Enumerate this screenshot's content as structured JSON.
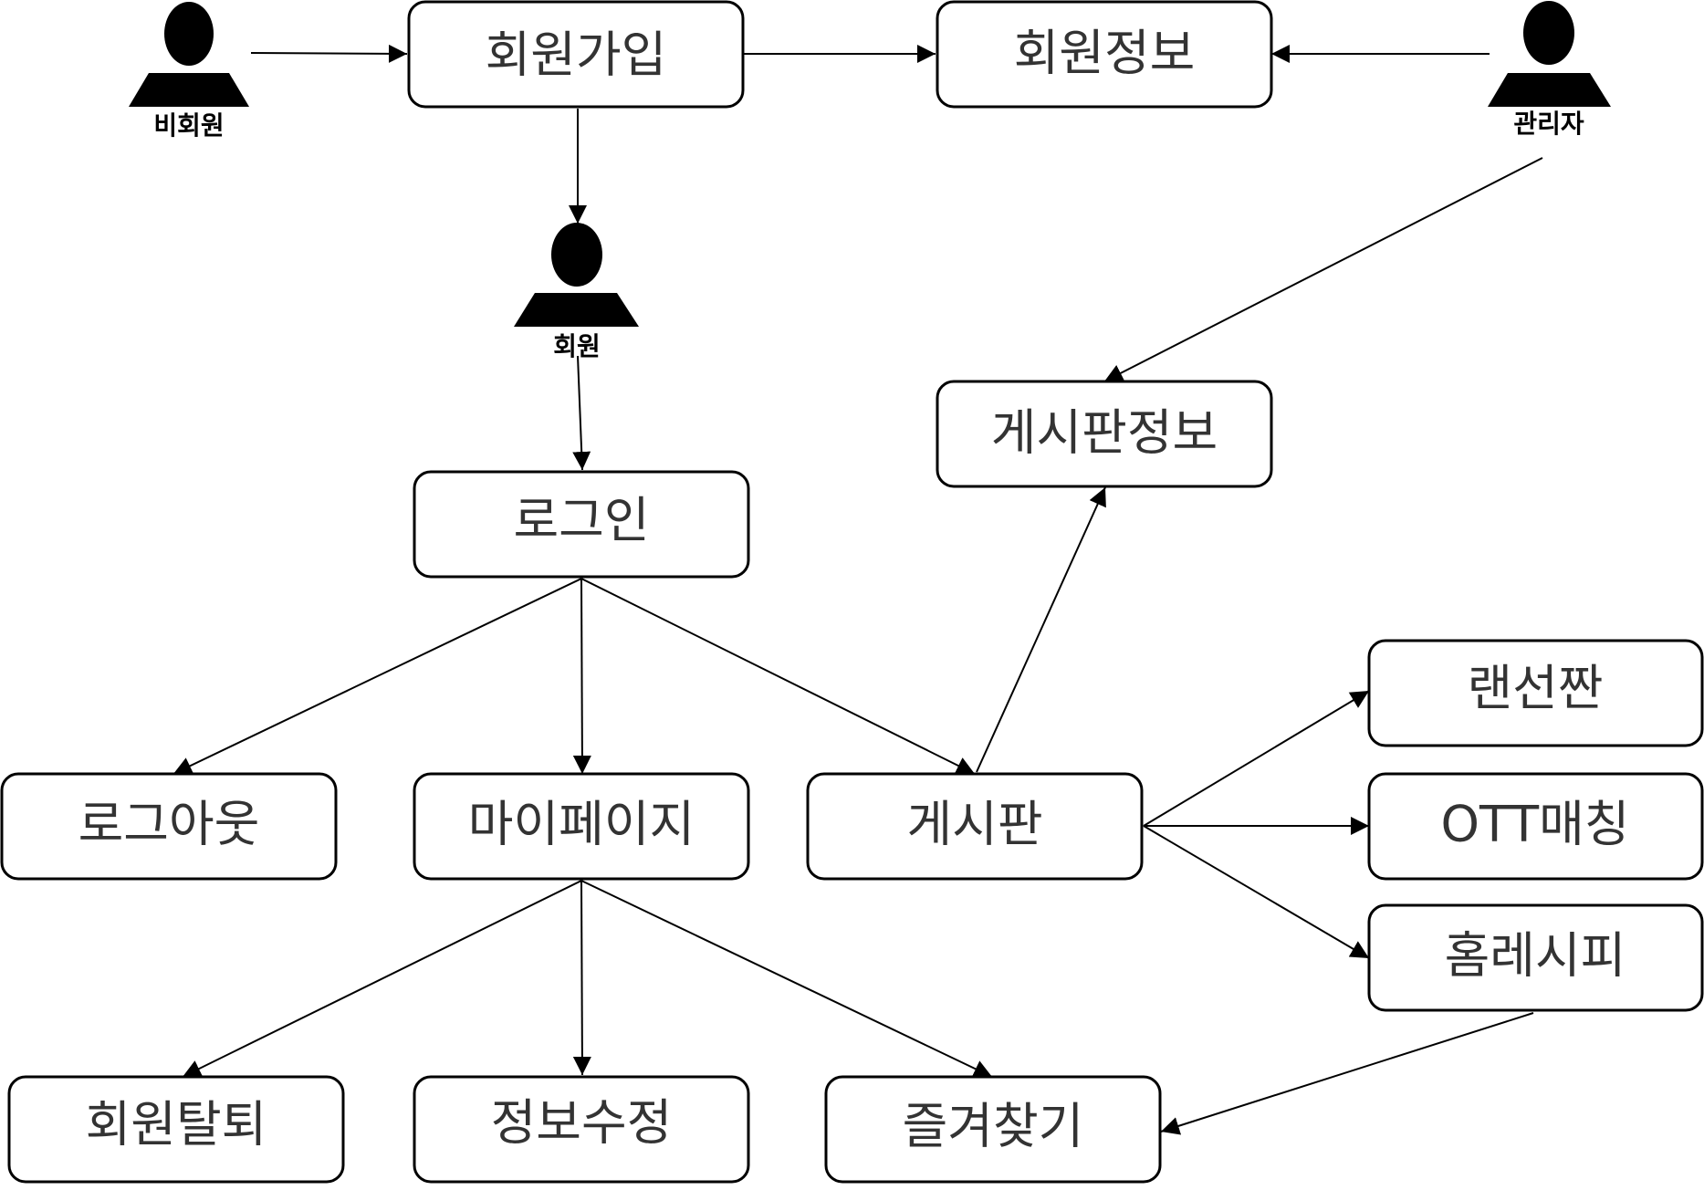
{
  "actors": [
    {
      "id": "nonmember",
      "label": "비회원"
    },
    {
      "id": "member",
      "label": "회원"
    },
    {
      "id": "admin",
      "label": "관리자"
    }
  ],
  "nodes": [
    {
      "id": "signup",
      "label": "회원가입"
    },
    {
      "id": "memberinfo",
      "label": "회원정보"
    },
    {
      "id": "boardinfo",
      "label": "게시판정보"
    },
    {
      "id": "login",
      "label": "로그인"
    },
    {
      "id": "logout",
      "label": "로그아웃"
    },
    {
      "id": "mypage",
      "label": "마이페이지"
    },
    {
      "id": "board",
      "label": "게시판"
    },
    {
      "id": "lunch",
      "label": "랜선짠"
    },
    {
      "id": "ott",
      "label": "OTT매칭"
    },
    {
      "id": "recipe",
      "label": "홈레시피"
    },
    {
      "id": "withdraw",
      "label": "회원탈퇴"
    },
    {
      "id": "editinfo",
      "label": "정보수정"
    },
    {
      "id": "favorites",
      "label": "즐겨찾기"
    }
  ],
  "edges": [
    {
      "from": "nonmember",
      "to": "signup"
    },
    {
      "from": "signup",
      "to": "memberinfo"
    },
    {
      "from": "admin",
      "to": "memberinfo"
    },
    {
      "from": "signup",
      "to": "member"
    },
    {
      "from": "member",
      "to": "login"
    },
    {
      "from": "admin",
      "to": "boardinfo"
    },
    {
      "from": "login",
      "to": "logout"
    },
    {
      "from": "login",
      "to": "mypage"
    },
    {
      "from": "login",
      "to": "board"
    },
    {
      "from": "board",
      "to": "boardinfo"
    },
    {
      "from": "board",
      "to": "lunch"
    },
    {
      "from": "board",
      "to": "ott"
    },
    {
      "from": "board",
      "to": "recipe"
    },
    {
      "from": "mypage",
      "to": "withdraw"
    },
    {
      "from": "mypage",
      "to": "editinfo"
    },
    {
      "from": "mypage",
      "to": "favorites"
    },
    {
      "from": "recipe",
      "to": "favorites"
    }
  ]
}
